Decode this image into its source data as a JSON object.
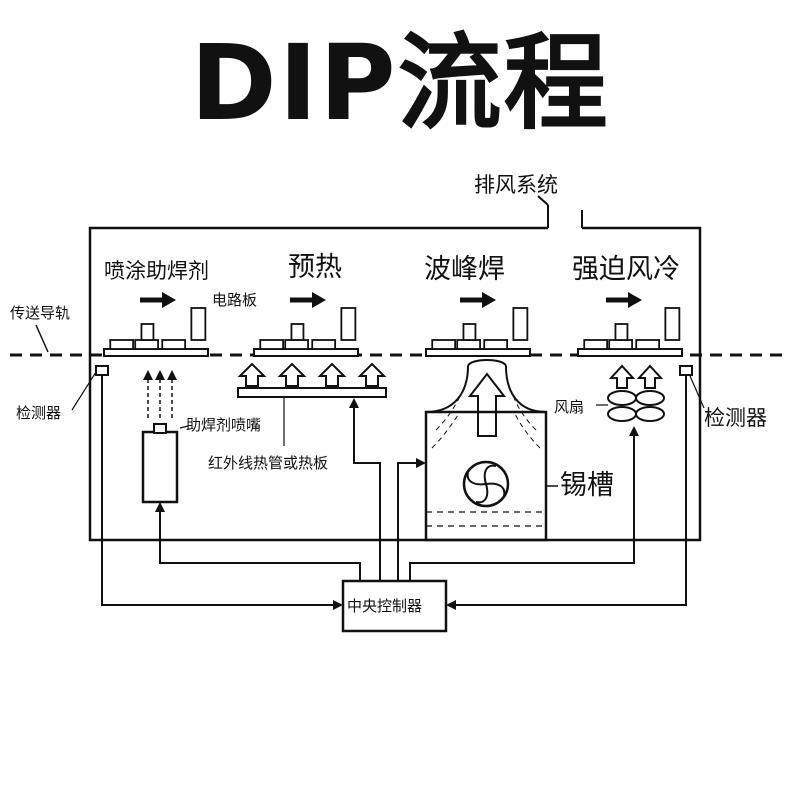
{
  "title": "DIP流程",
  "labels": {
    "exhaust": "排风系统",
    "flux": "喷涂助焊剂",
    "preheat": "预热",
    "wave": "波峰焊",
    "cooling": "强迫风冷",
    "board": "电路板",
    "rail": "传送导轨",
    "detector_left": "检测器",
    "detector_right": "检测器",
    "flux_nozzle": "助焊剂喷嘴",
    "heater": "红外线热管或热板",
    "fan": "风扇",
    "tin_bath": "锡槽",
    "controller": "中央控制器"
  }
}
